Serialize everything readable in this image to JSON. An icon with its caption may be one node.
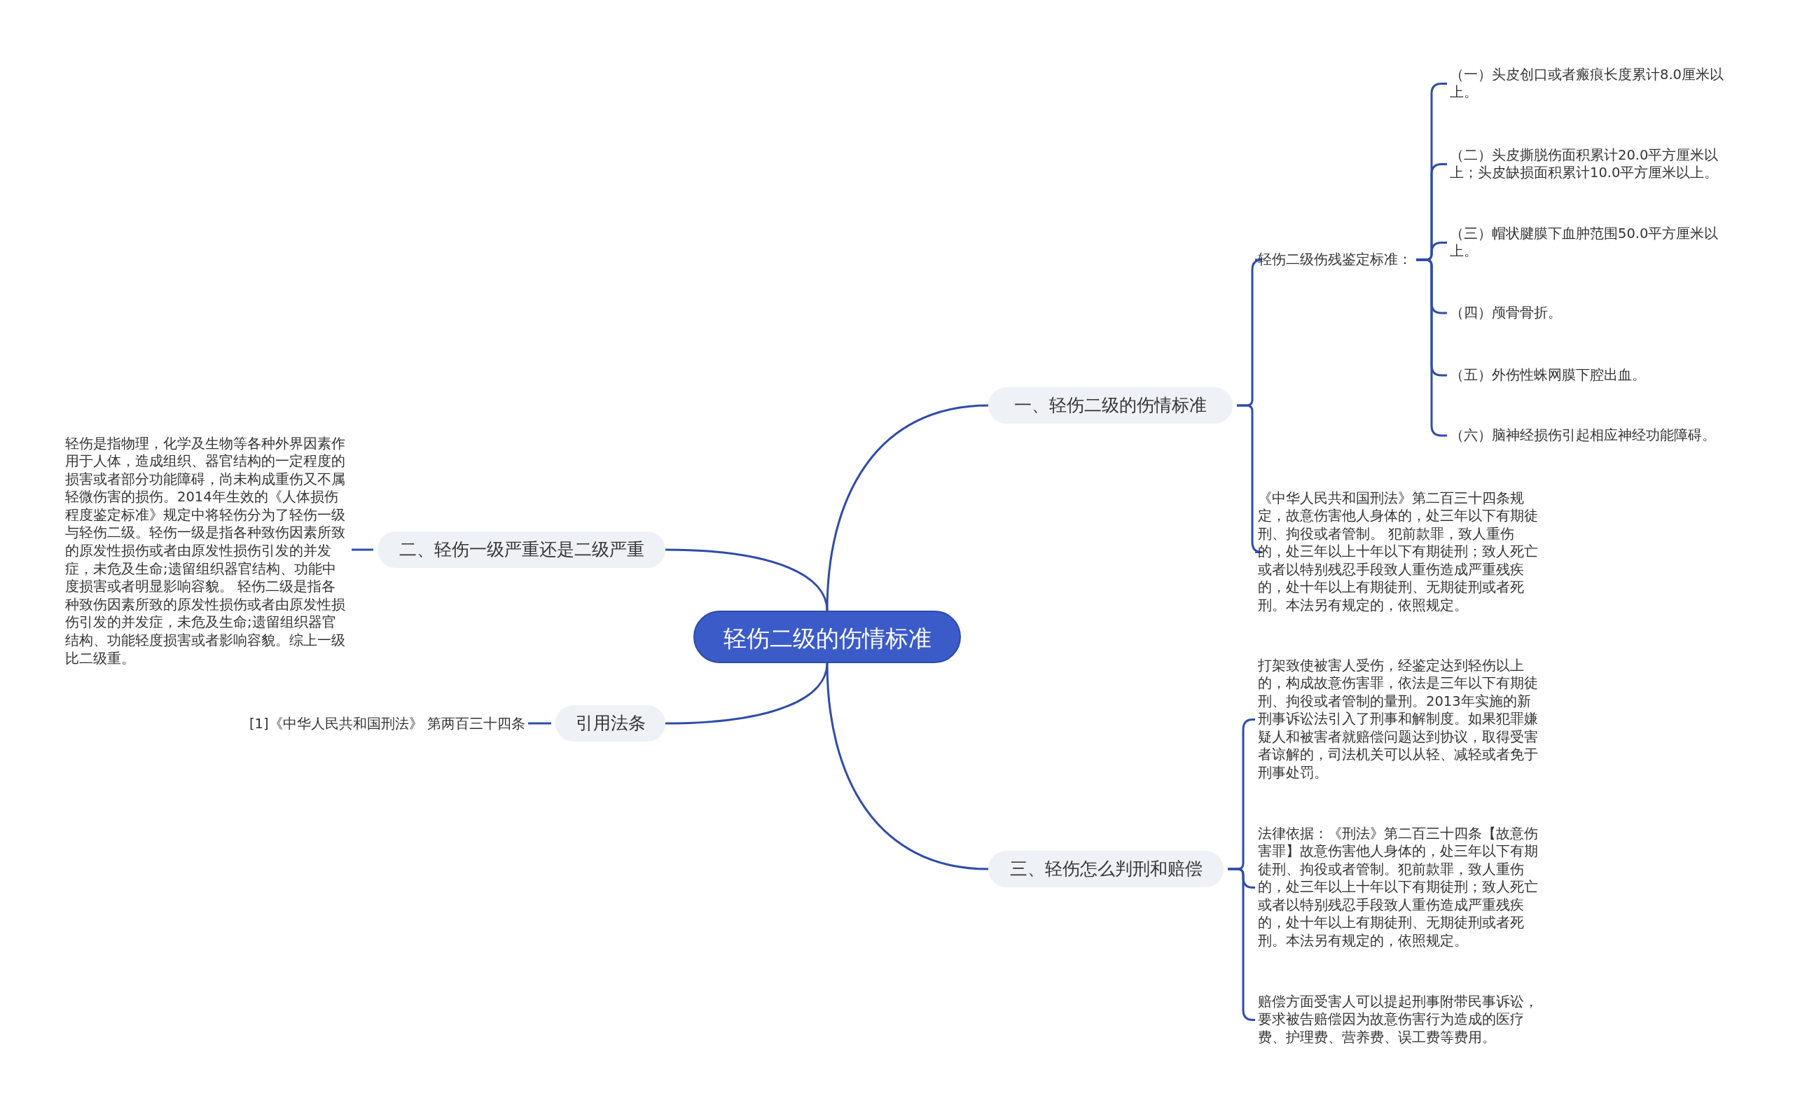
{
  "diagram": {
    "nodes": [
      {
        "text": [
          "轻伤二级的伤情标准"
        ]
      },
      {
        "text": [
          "一、轻伤二级的伤情标准"
        ]
      },
      {
        "text": [
          "轻伤二级伤残鉴定标准："
        ]
      },
      {
        "text": [
          "（一）头皮创口或者瘢痕长度累计8.0厘米以上。"
        ]
      },
      {
        "text": [
          "（二）头皮撕脱伤面积累计20.0平方厘米以上；头皮缺损面积累计10.0平方厘米以上。"
        ]
      },
      {
        "text": [
          "（三）帽状腱膜下血肿范围50.0平方厘米以上。"
        ]
      },
      {
        "text": [
          "（四）颅骨骨折。"
        ]
      },
      {
        "text": [
          "（五）外伤性蛛网膜下腔出血。"
        ]
      },
      {
        "text": [
          "（六）脑神经损伤引起相应神经功能障碍。"
        ]
      },
      {
        "text": [
          "《中华人民共和国刑法》第二百三十四条规定，故意伤害他人身体的，处三年以下有期徒刑、拘役或者管制。 犯前款罪，致人重伤的，处三年以上十年以下有期徒刑；致人死亡或者以特别残忍手段致人重伤造成严重残疾的，处十年以上有期徒刑、无期徒刑或者死刑。本法另有规定的，依照规定。"
        ]
      },
      {
        "text": [
          "二、轻伤一级严重还是二级严重"
        ]
      },
      {
        "text": [
          "轻伤是指物理，化学及生物等各种外界因素作用于人体，造成组织、器官结构的一定程度的损害或者部分功能障碍，尚未构成重伤又不属轻微伤害的损伤。2014年生效的《人体损伤程度鉴定标准》规定中将轻伤分为了轻伤一级与轻伤二级。轻伤一级是指各种致伤因素所致的原发性损伤或者由原发性损伤引发的并发症，未危及生命;遗留组织器官结构、功能中度损害或者明显影响容貌。 轻伤二级是指各种致伤因素所致的原发性损伤或者由原发性损伤引发的并发症，未危及生命;遗留组织器官结构、功能轻度损害或者影响容貌。综上一级比二级重。"
        ]
      },
      {
        "text": [
          "引用法条"
        ]
      },
      {
        "text": [
          "[1]《中华人民共和国刑法》 第两百三十四条"
        ]
      },
      {
        "text": [
          "三、轻伤怎么判刑和赔偿"
        ]
      },
      {
        "text": [
          "打架致使被害人受伤，经鉴定达到轻伤以上的，构成故意伤害罪，依法是三年以下有期徒刑、拘役或者管制的量刑。2013年实施的新刑事诉讼法引入了刑事和解制度。如果犯罪嫌疑人和被害者就赔偿问题达到协议，取得受害者谅解的，司法机关可以从轻、减轻或者免于刑事处罚。"
        ]
      },
      {
        "text": [
          "法律依据：《刑法》第二百三十四条【故意伤害罪】故意伤害他人身体的，处三年以下有期徒刑、拘役或者管制。犯前款罪，致人重伤的，处三年以上十年以下有期徒刑；致人死亡或者以特别残忍手段致人重伤造成严重残疾的，处十年以上有期徒刑、无期徒刑或者死刑。本法另有规定的，依照规定。"
        ]
      },
      {
        "text": [
          "赔偿方面受害人可以提起刑事附带民事诉讼，要求被告赔偿因为故意伤害行为造成的医疗费、护理费、营养费、误工费等费用。"
        ]
      }
    ],
    "edges": [
      {
        "from": 0,
        "to": 1,
        "arrow": "none"
      },
      {
        "from": 1,
        "to": 2,
        "arrow": "none"
      },
      {
        "from": 2,
        "to": 3,
        "arrow": "none"
      },
      {
        "from": 2,
        "to": 4,
        "arrow": "none"
      },
      {
        "from": 2,
        "to": 5,
        "arrow": "none"
      },
      {
        "from": 2,
        "to": 6,
        "arrow": "none"
      },
      {
        "from": 2,
        "to": 7,
        "arrow": "none"
      },
      {
        "from": 2,
        "to": 8,
        "arrow": "none"
      },
      {
        "from": 1,
        "to": 9,
        "arrow": "none"
      },
      {
        "from": 0,
        "to": 10,
        "arrow": "none"
      },
      {
        "from": 10,
        "to": 11,
        "arrow": "none"
      },
      {
        "from": 0,
        "to": 12,
        "arrow": "none"
      },
      {
        "from": 12,
        "to": 13,
        "arrow": "none"
      },
      {
        "from": 0,
        "to": 14,
        "arrow": "none"
      },
      {
        "from": 14,
        "to": 15,
        "arrow": "none"
      },
      {
        "from": 14,
        "to": 16,
        "arrow": "none"
      },
      {
        "from": 14,
        "to": 17,
        "arrow": "none"
      }
    ]
  }
}
